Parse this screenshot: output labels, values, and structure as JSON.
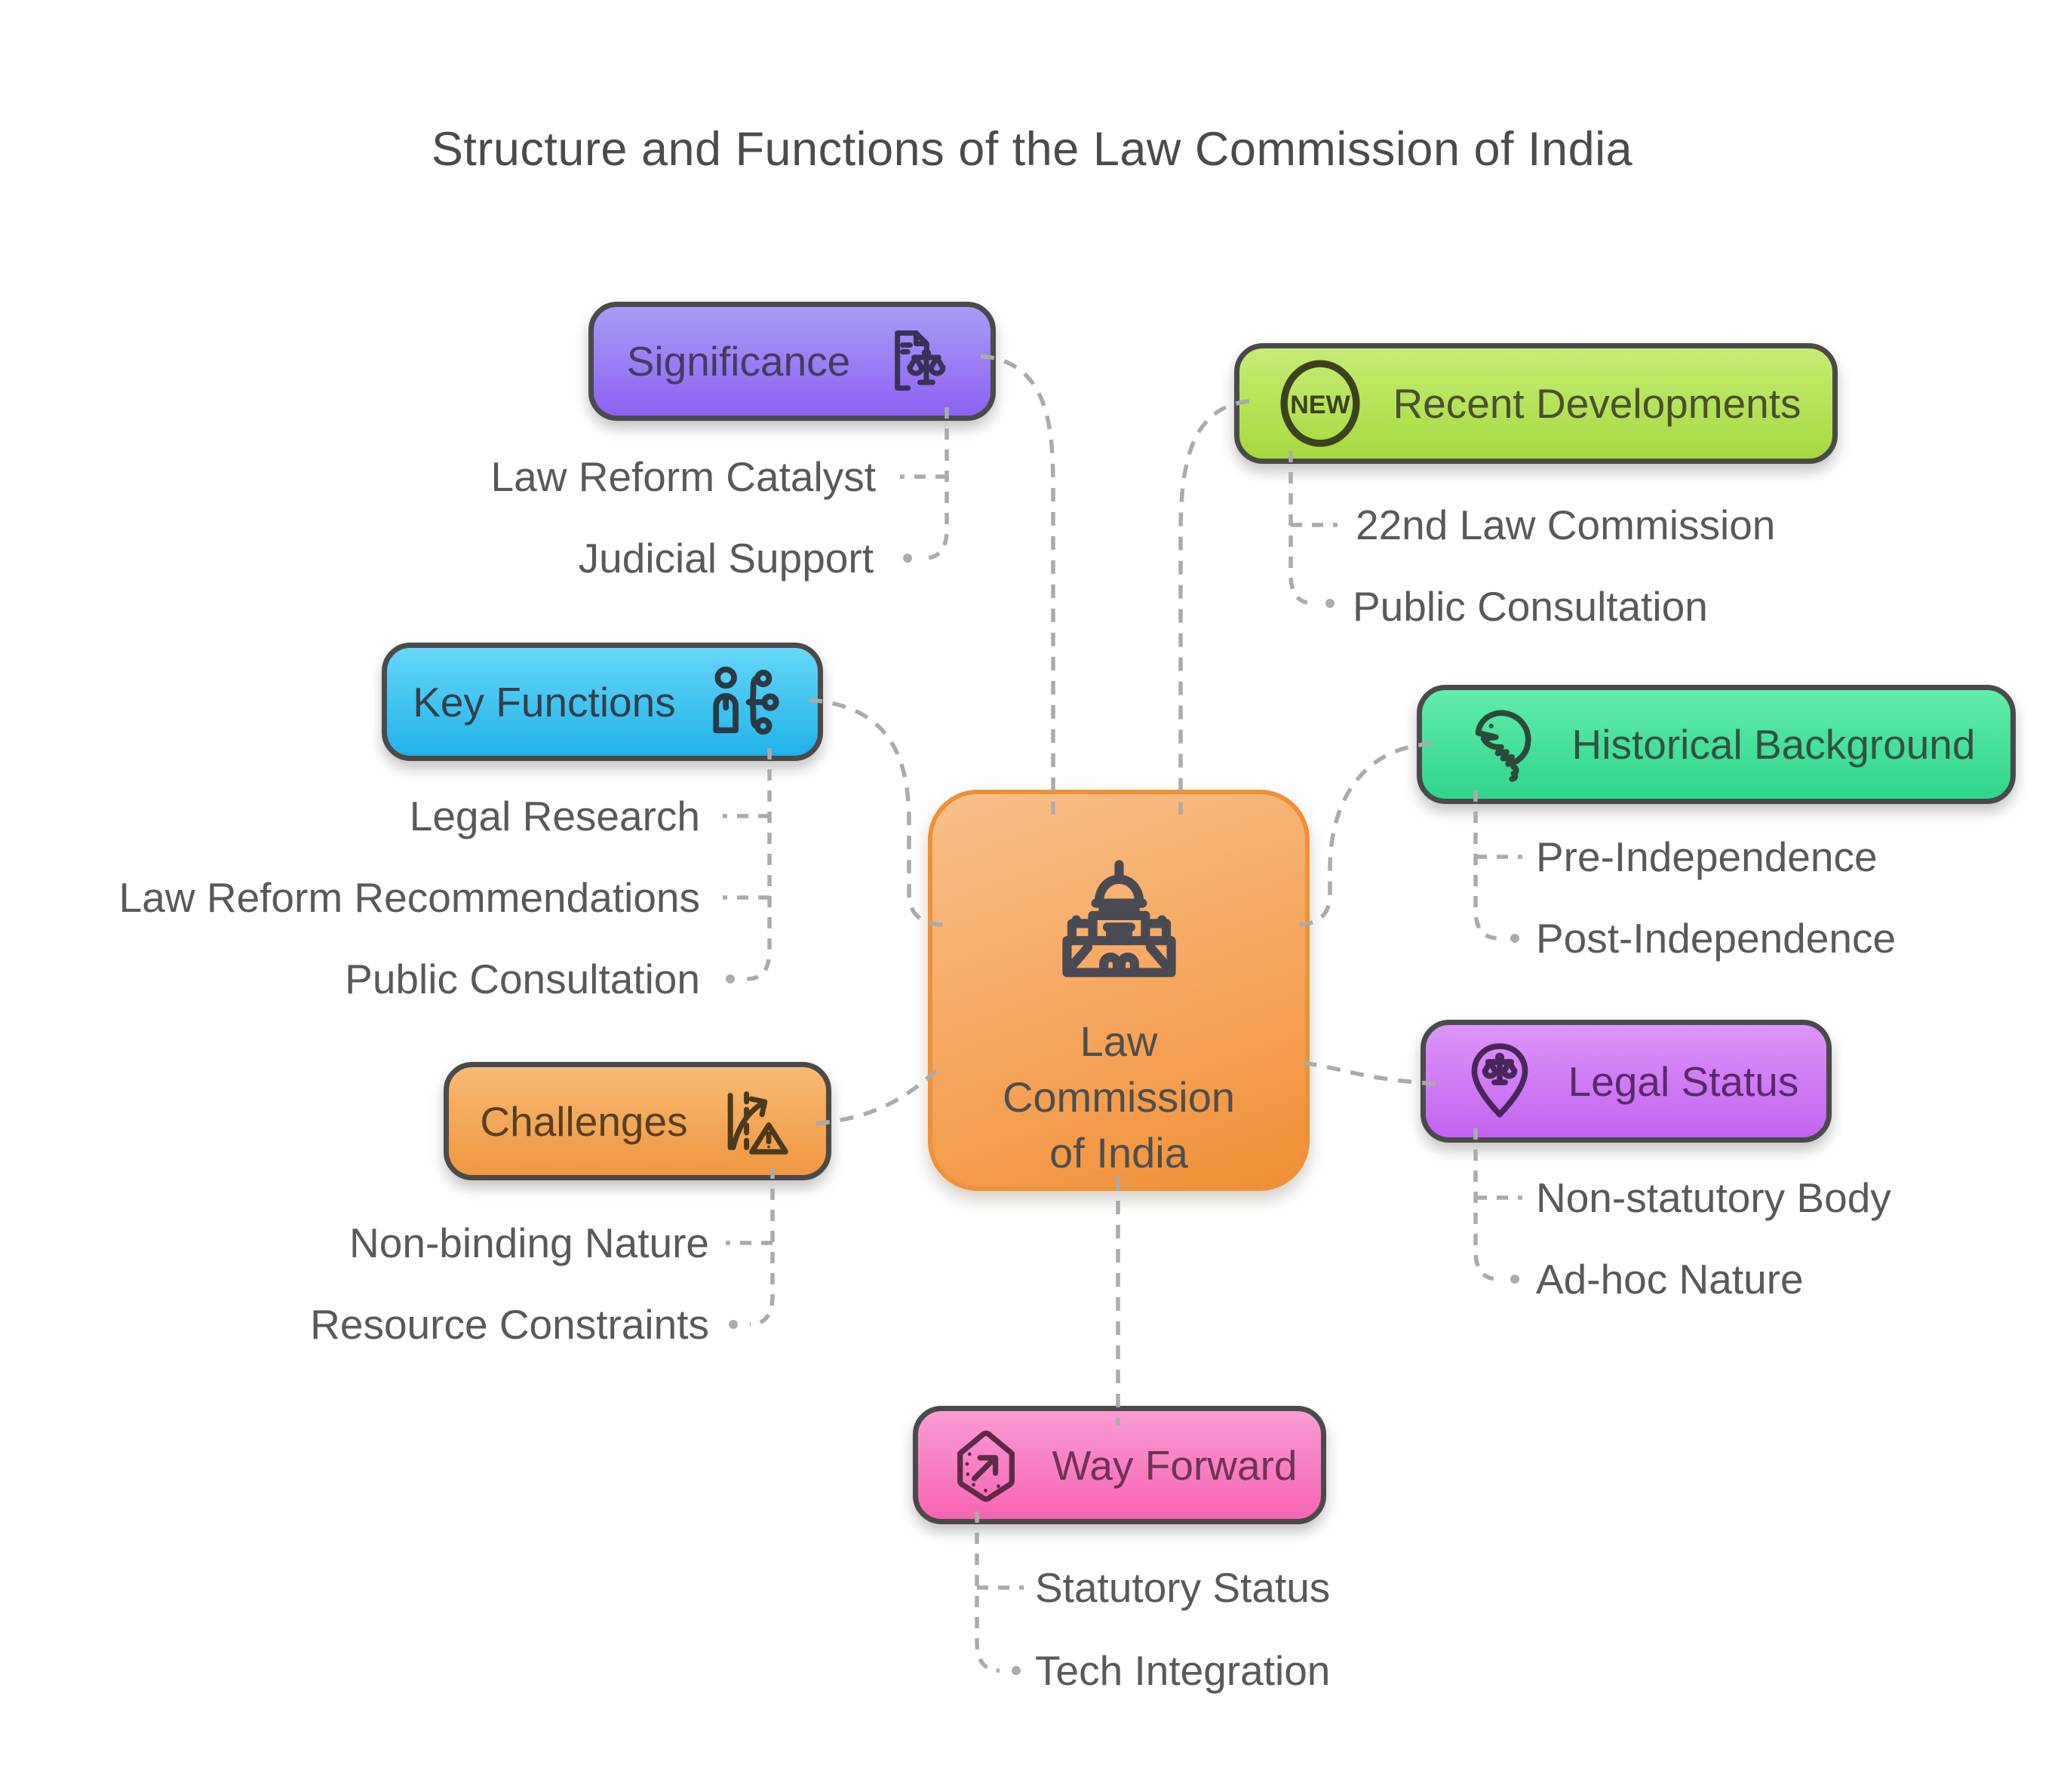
{
  "title": "Structure and Functions of the Law Commission of India",
  "connector_color": "#ababab",
  "center": {
    "label_lines": [
      "Law",
      "Commission",
      "of India"
    ],
    "icon": "government-building-icon",
    "color_top": "#f9c08a",
    "color_bottom": "#f28f35",
    "border_color": "#ee9138",
    "label_color": "#4e4e4e"
  },
  "branches": [
    {
      "id": "significance",
      "label": "Significance",
      "icon": "document-scales-icon",
      "icon_side": "right",
      "color_top": "#a99cf7",
      "color_bottom": "#8d61f3",
      "label_color": "#453b62",
      "items": [
        "Law Reform Catalyst",
        "Judicial Support"
      ]
    },
    {
      "id": "recent-developments",
      "label": "Recent Developments",
      "badge_text": "NEW",
      "icon": "new-badge-icon",
      "icon_side": "left",
      "color_top": "#c6ed75",
      "color_bottom": "#a5da3e",
      "label_color": "#49502f",
      "items": [
        "22nd Law Commission",
        "Public Consultation"
      ]
    },
    {
      "id": "key-functions",
      "label": "Key Functions",
      "icon": "person-hierarchy-icon",
      "icon_side": "right",
      "color_top": "#66d7f8",
      "color_bottom": "#20b2e9",
      "label_color": "#333f4a",
      "items": [
        "Legal Research",
        "Law Reform Recommendations",
        "Public Consultation"
      ]
    },
    {
      "id": "historical-background",
      "label": "Historical Background",
      "icon": "dinosaur-icon",
      "icon_side": "left",
      "color_top": "#62ecab",
      "color_bottom": "#2ed68b",
      "label_color": "#33523f",
      "items": [
        "Pre-Independence",
        "Post-Independence"
      ]
    },
    {
      "id": "challenges",
      "label": "Challenges",
      "icon": "road-warning-icon",
      "icon_side": "right",
      "color_top": "#f8ba74",
      "color_bottom": "#f0963f",
      "label_color": "#583f23",
      "items": [
        "Non-binding Nature",
        "Resource Constraints"
      ]
    },
    {
      "id": "legal-status",
      "label": "Legal Status",
      "icon": "location-scales-icon",
      "icon_side": "left",
      "color_top": "#dc95f8",
      "color_bottom": "#c263f2",
      "label_color": "#582a6b",
      "items": [
        "Non-statutory Body",
        "Ad-hoc Nature"
      ]
    },
    {
      "id": "way-forward",
      "label": "Way Forward",
      "icon": "arrow-badge-icon",
      "icon_side": "left",
      "color_top": "#fa9cd4",
      "color_bottom": "#f763b2",
      "label_color": "#703355",
      "items": [
        "Statutory Status",
        "Tech Integration"
      ]
    }
  ]
}
